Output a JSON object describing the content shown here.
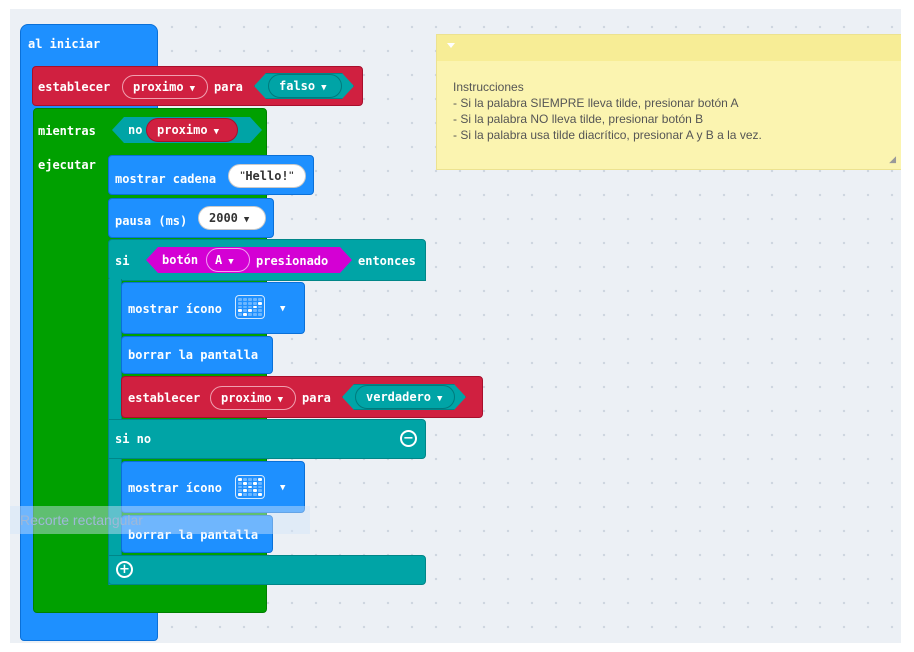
{
  "on_start": {
    "label": "al iniciar"
  },
  "set_false": {
    "set_label": "establecer",
    "variable": "proximo",
    "to_label": "para",
    "value": "falso"
  },
  "while_loop": {
    "while_label": "mientras",
    "not_label": "no",
    "variable": "proximo",
    "do_label": "ejecutar"
  },
  "show_string": {
    "label": "mostrar cadena",
    "value": "Hello!"
  },
  "pause": {
    "label": "pausa (ms)",
    "value": "2000"
  },
  "if_block": {
    "if_label": "si",
    "button_label": "botón",
    "button_value": "A",
    "pressed_label": "presionado",
    "then_label": "entonces",
    "else_label": "si no"
  },
  "show_icon_1": {
    "label": "mostrar ícono",
    "icon": "check-icon"
  },
  "clear_1": {
    "label": "borrar la pantalla"
  },
  "set_true": {
    "set_label": "establecer",
    "variable": "proximo",
    "to_label": "para",
    "value": "verdadero"
  },
  "show_icon_2": {
    "label": "mostrar ícono",
    "icon": "cross-icon"
  },
  "clear_2": {
    "label": "borrar la pantalla"
  },
  "comment": {
    "text": "Instrucciones\n- Si la palabra SIEMPRE lleva tilde, presionar botón A\n- Si la palabra NO lleva tilde, presionar botón B\n- Si la palabra usa tilde diacrítico, presionar A y B a la vez."
  },
  "snip_overlay": {
    "text": "Recorte rectangular"
  },
  "colors": {
    "workspace": "#ecf0f5",
    "basic_blue": "#1e90ff",
    "loops_green": "#00a000",
    "variables_red": "#d02040",
    "logic_teal": "#00a4a6",
    "input_magenta": "#d400d4",
    "comment_yellow": "#fbf4b0"
  }
}
